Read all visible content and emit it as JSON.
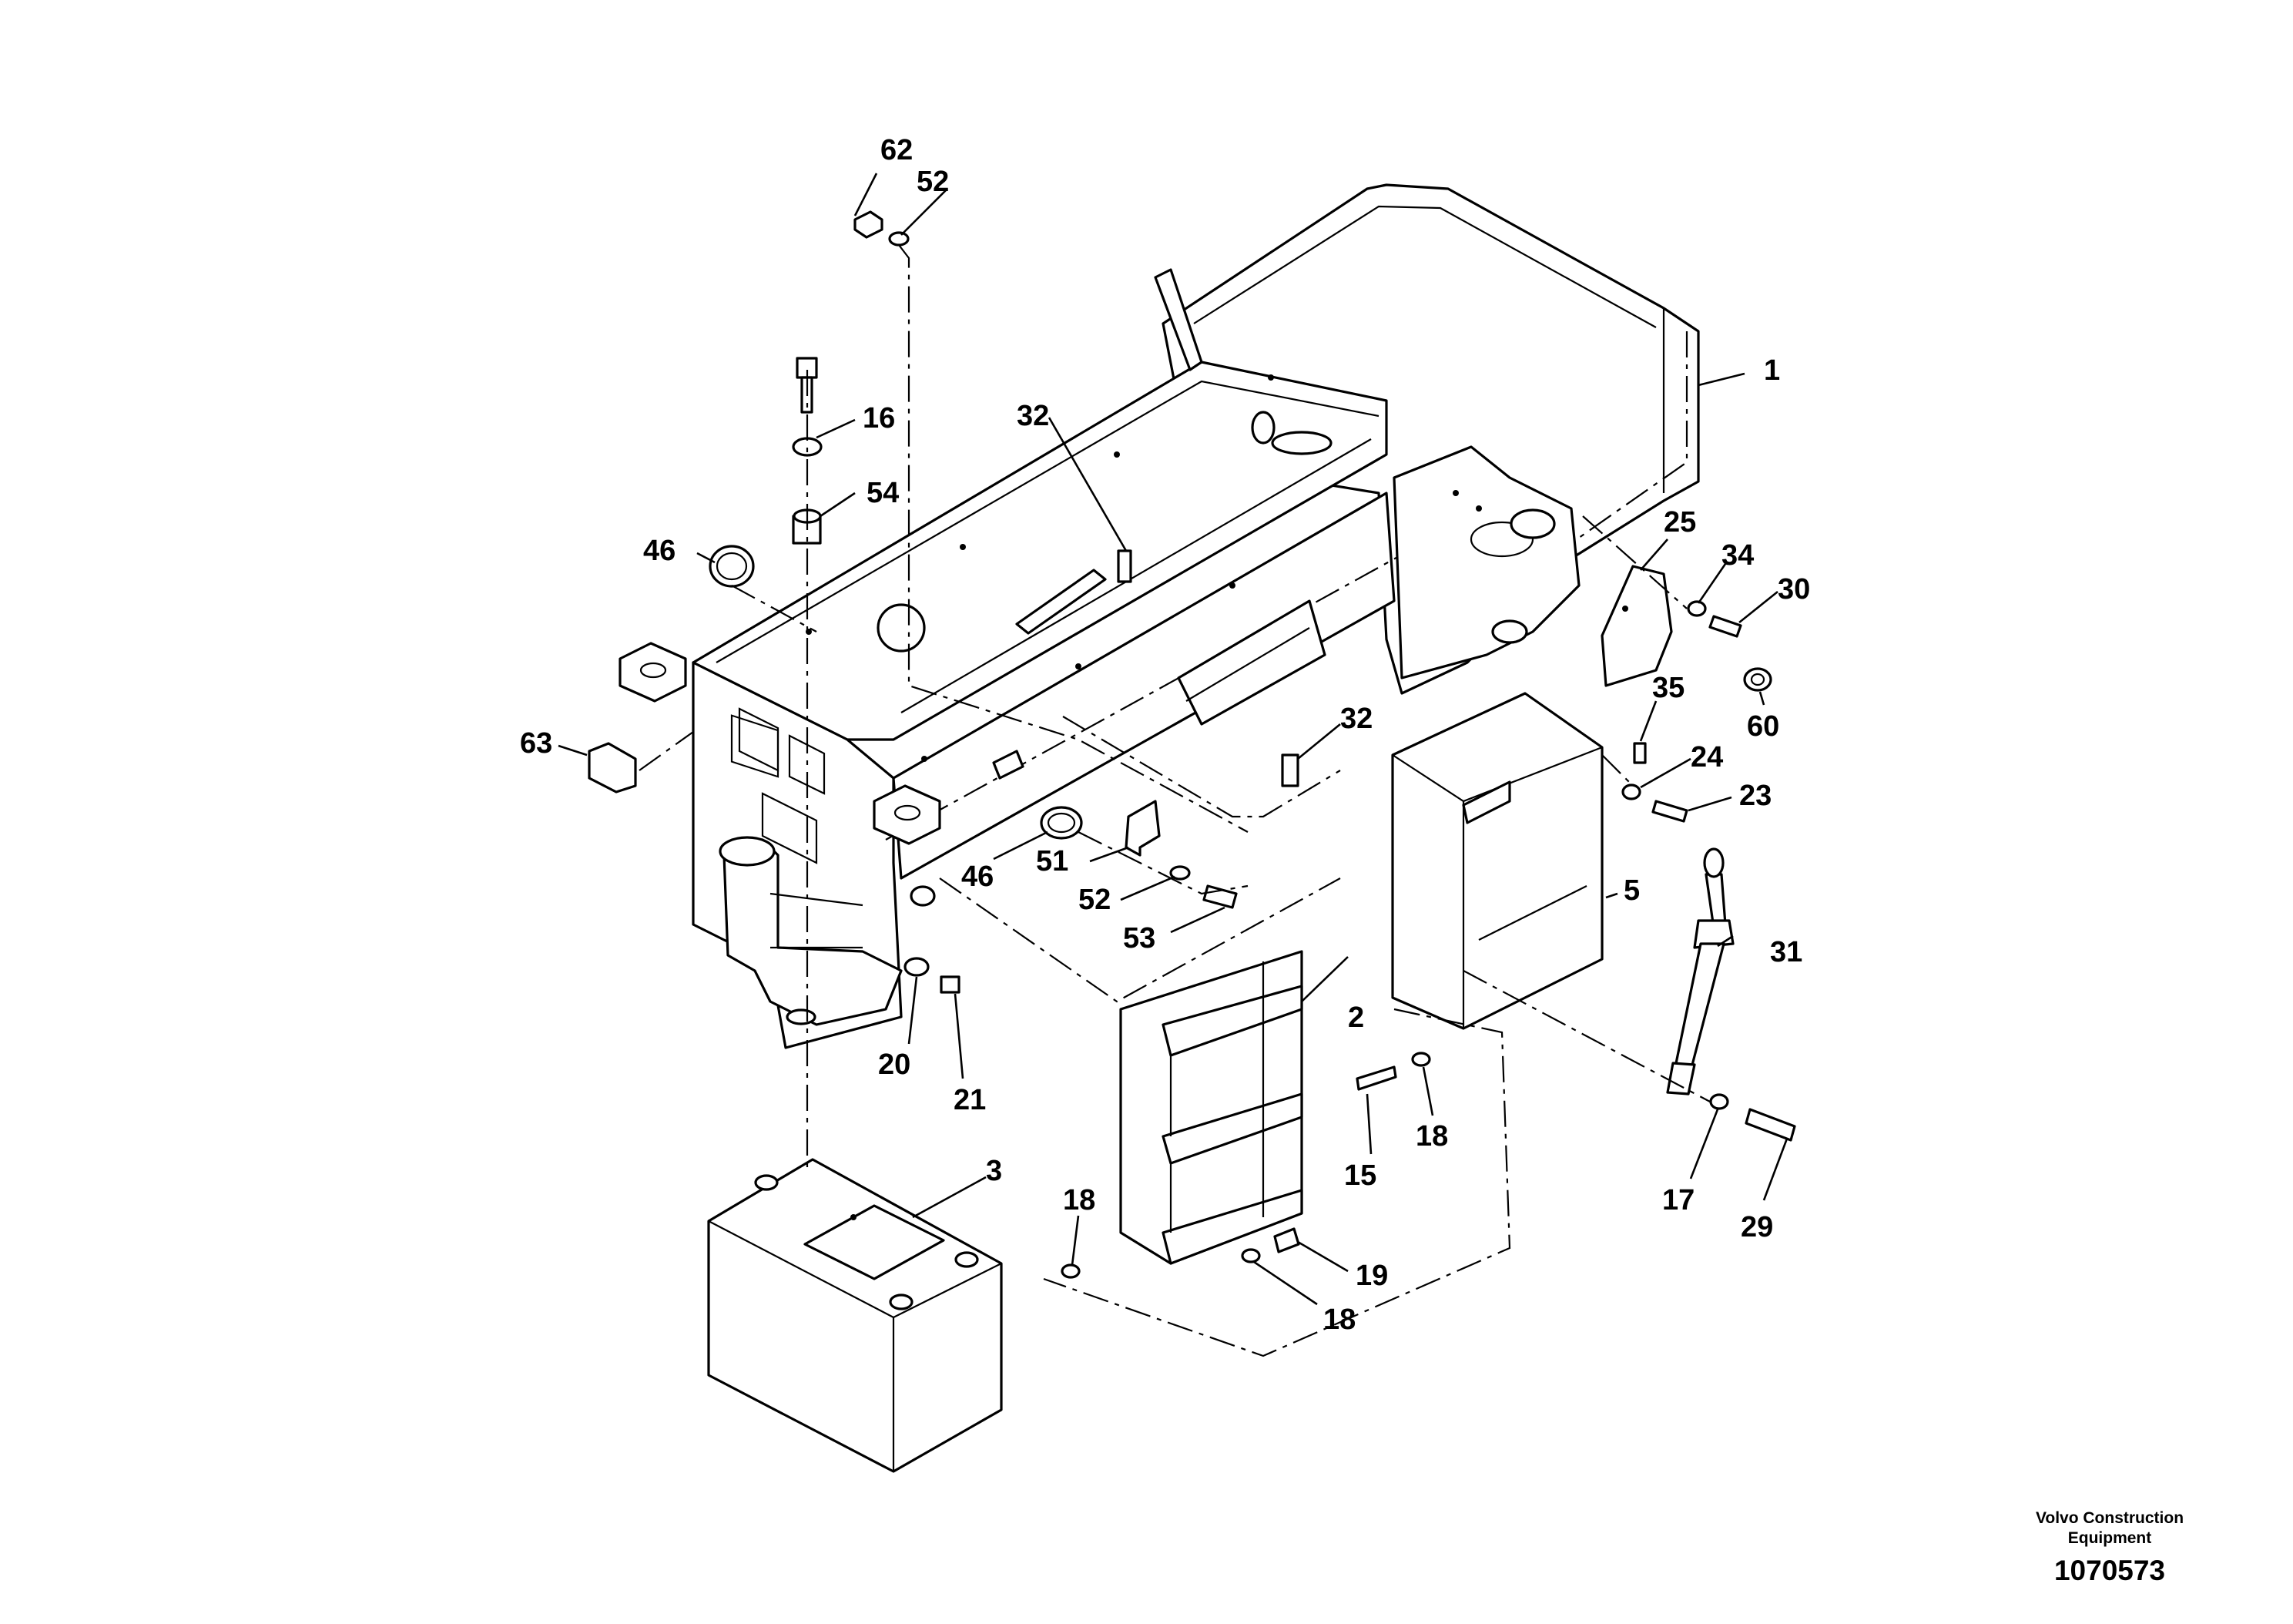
{
  "diagram": {
    "callouts": {
      "c1": "1",
      "c2": "2",
      "c3": "3",
      "c5": "5",
      "c15": "15",
      "c16": "16",
      "c17": "17",
      "c18a": "18",
      "c18b": "18",
      "c18c": "18",
      "c19": "19",
      "c20": "20",
      "c21": "21",
      "c23": "23",
      "c24": "24",
      "c25": "25",
      "c29": "29",
      "c30": "30",
      "c31": "31",
      "c32a": "32",
      "c32b": "32",
      "c34": "34",
      "c35": "35",
      "c46a": "46",
      "c46b": "46",
      "c51": "51",
      "c52a": "52",
      "c52b": "52",
      "c53": "53",
      "c54": "54",
      "c60": "60",
      "c62": "62",
      "c63": "63"
    }
  },
  "footer": {
    "brand_line1": "Volvo Construction",
    "brand_line2": "Equipment",
    "drawing_number": "1070573"
  }
}
